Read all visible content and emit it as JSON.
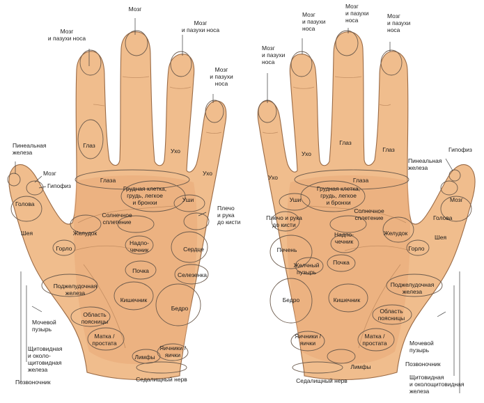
{
  "left": {
    "finger_tip_1": [
      "Мозг",
      "и пазухи носа"
    ],
    "finger_tip_2": "Мозг",
    "finger_tip_3": [
      "Мозг",
      "и пазухи носа"
    ],
    "finger_tip_4": [
      "Мозг",
      "и пазухи",
      "носа"
    ],
    "pineal": [
      "Пинеальная",
      "железа"
    ],
    "brain": "Мозг",
    "pituitary": "Гипофиз",
    "head": "Голова",
    "neck": "Шея",
    "eye": "Глаз",
    "eyes": "Глаза",
    "ear_finger": "Ухо",
    "ear_finger2": "Ухо",
    "chest": [
      "Грудная клетка,",
      "грудь, легкое",
      "и бронхи"
    ],
    "ears": "Уши",
    "shoulder": [
      "Плечо",
      "и рука",
      "до кисти"
    ],
    "solar": [
      "Солнечное",
      "сплетение"
    ],
    "stomach": "Желудок",
    "throat": "Горло",
    "adrenal": [
      "Надпо-",
      "чечник"
    ],
    "heart": "Сердце",
    "kidney": "Почка",
    "spleen": "Селезенка",
    "pancreas": [
      "Поджелудочная",
      "железа"
    ],
    "intestine": "Кишечник",
    "hip": "Бедро",
    "lumbar": [
      "Область",
      "поясницы"
    ],
    "bladder": [
      "Мочевой",
      "пузырь"
    ],
    "uterus": [
      "Матка /",
      "простата"
    ],
    "lymph": "Лимфы",
    "ovaries": [
      "Яичники /",
      "яички"
    ],
    "thyroid": [
      "Щитовидная",
      "и около-",
      "щитовидная",
      "железа"
    ],
    "spine": "Позвоночник",
    "sciatic": "Седалищный нерв"
  },
  "right": {
    "finger_tip_1": [
      "Мозг",
      "и пазухи",
      "носа"
    ],
    "finger_tip_2": [
      "Мозг",
      "и пазухи",
      "носа"
    ],
    "finger_tip_3": [
      "Мозг",
      "и пазухи",
      "носа"
    ],
    "finger_tip_4": [
      "Мозг",
      "и пазухи",
      "носа"
    ],
    "ear_finger": "Ухо",
    "ear_finger2": "Ухо",
    "eye_finger": "Глаз",
    "eye_finger2": "Глаз",
    "pineal": [
      "Пинеальная",
      "железа"
    ],
    "pituitary": "Гипофиз",
    "brain": "Мозг",
    "head": "Голова",
    "neck": "Шея",
    "eyes": "Глаза",
    "ears": "Уши",
    "chest": [
      "Грудная клетка,",
      "грудь, легкое",
      "и бронхи"
    ],
    "shoulder": [
      "Плечо и рука",
      "до кисти"
    ],
    "solar": [
      "Солнечное",
      "сплетение"
    ],
    "stomach": "Желудок",
    "throat": "Горло",
    "liver": "Печень",
    "adrenal": [
      "Надпо-",
      "чечник"
    ],
    "gallbladder": [
      "Желчный",
      "пузырь"
    ],
    "kidney": "Почка",
    "pancreas": [
      "Поджелудочная",
      "железа"
    ],
    "hip": "Бедро",
    "intestine": "Кишечник",
    "lumbar": [
      "Область",
      "поясницы"
    ],
    "ovaries": [
      "Яичники /",
      "яички"
    ],
    "uterus": [
      "Матка /",
      "простата"
    ],
    "bladder": [
      "Мочевой",
      "пузырь"
    ],
    "spine": "Позвоночник",
    "lymph": "Лимфы",
    "sciatic": "Седалищный нерв",
    "thyroid": [
      "Щитовидная",
      "и околощитовидная",
      "железа"
    ]
  }
}
